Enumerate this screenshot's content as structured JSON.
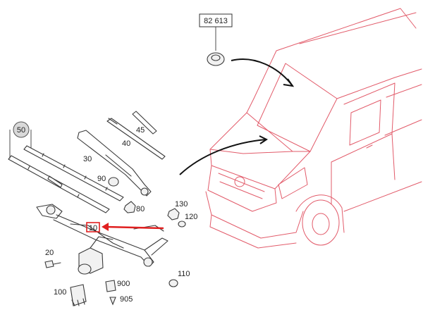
{
  "colors": {
    "vehicle_line": "#e25b6a",
    "part_line": "#3a3a3a",
    "callout_circle": "#d9d9d9",
    "highlight_arrow": "#e02020",
    "highlight_box": "#e02020"
  },
  "reference_box": {
    "label": "82 613"
  },
  "callouts": {
    "c10": "10",
    "c20": "20",
    "c30": "30",
    "c40": "40",
    "c45": "45",
    "c50": "50",
    "c80": "80",
    "c90": "90",
    "c100": "100",
    "c110": "110",
    "c120": "120",
    "c130": "130",
    "c900": "900",
    "c905": "905"
  }
}
